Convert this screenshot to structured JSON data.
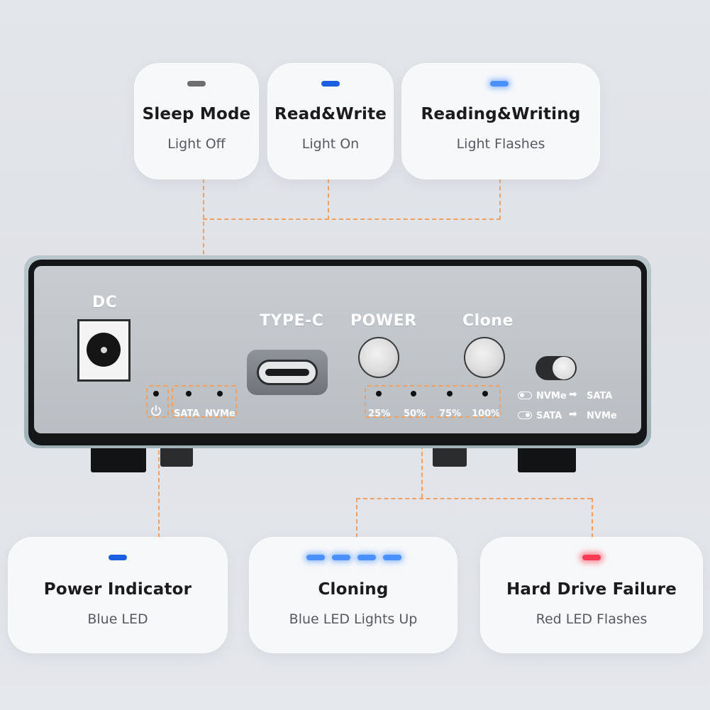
{
  "top_cards": [
    {
      "title": "Sleep Mode",
      "subtitle": "Light Off",
      "led_color": "#6e6e6e",
      "led_state": "off"
    },
    {
      "title": "Read&Write",
      "subtitle": "Light On",
      "led_color": "#1a5fe0",
      "led_state": "on"
    },
    {
      "title": "Reading&Writing",
      "subtitle": "Light Flashes",
      "led_color": "#4a90ff",
      "led_state": "flashing"
    }
  ],
  "bottom_cards": [
    {
      "title": "Power Indicator",
      "subtitle": "Blue LED",
      "led_color": "#1a5fe0",
      "led_count": 1
    },
    {
      "title": "Cloning",
      "subtitle": "Blue LED Lights Up",
      "led_color": "#4a90ff",
      "led_count": 4
    },
    {
      "title": "Hard Drive Failure",
      "subtitle": "Red LED Flashes",
      "led_color": "#ff3b55",
      "led_count": 1
    }
  ],
  "device": {
    "dc_label": "DC",
    "typec_label": "TYPE-C",
    "power_label": "POWER",
    "clone_label": "Clone",
    "power_icon": "power-icon",
    "drive_leds": [
      "SATA",
      "NVMe"
    ],
    "progress_leds": [
      "25%",
      "50%",
      "75%",
      "100%"
    ],
    "modes": [
      {
        "from": "NVMe",
        "to": "SATA"
      },
      {
        "from": "SATA",
        "to": "NVMe"
      }
    ]
  },
  "colors": {
    "connector_line": "#f0a060",
    "panel": "#c3c8cc"
  }
}
